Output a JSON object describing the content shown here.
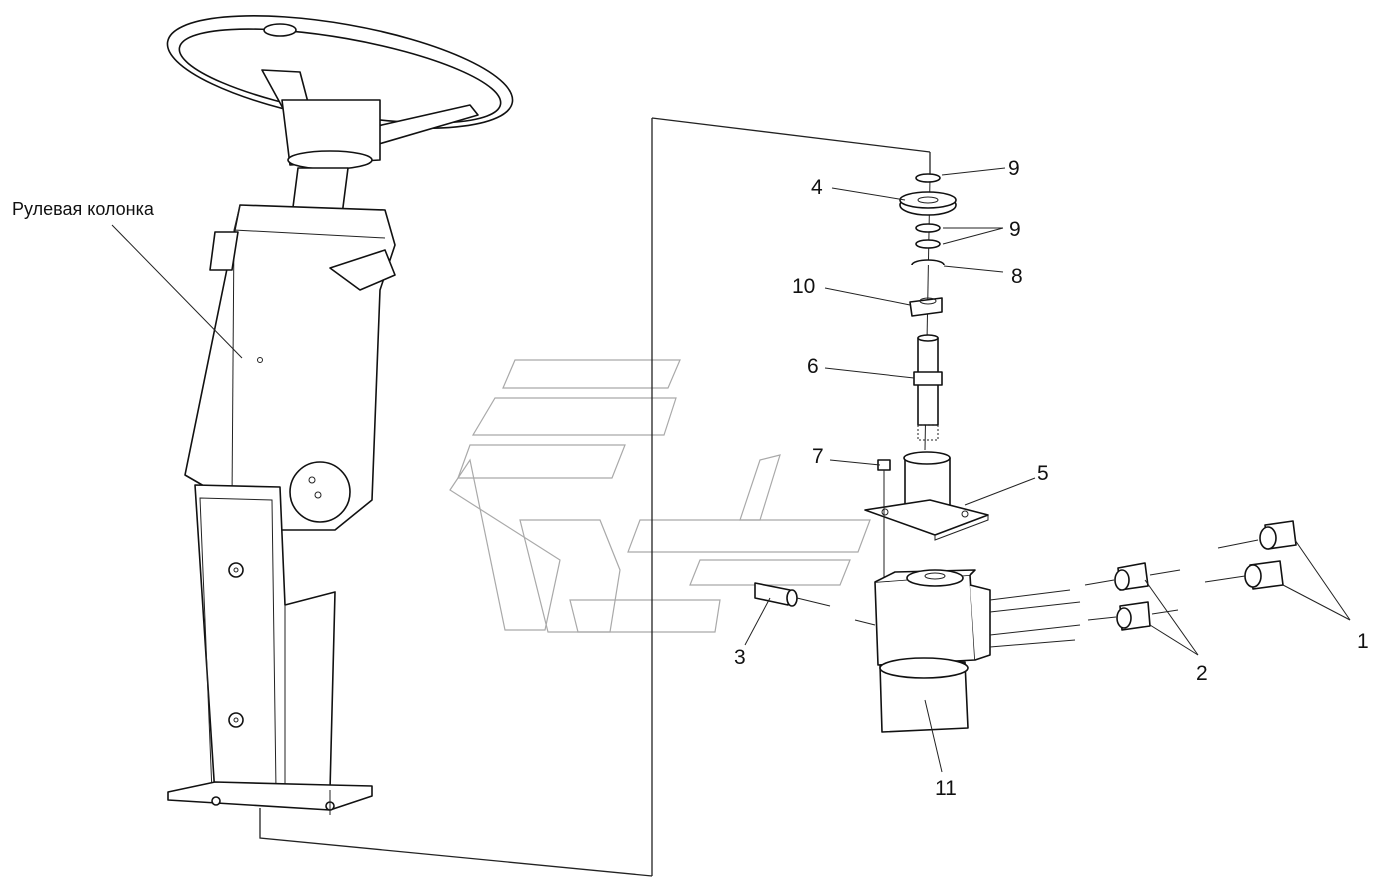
{
  "assembly_label": "Рулевая колонка",
  "callouts": {
    "c1": "1",
    "c2": "2",
    "c3": "3",
    "c4": "4",
    "c5": "5",
    "c6": "6",
    "c7": "7",
    "c8": "8",
    "c9a": "9",
    "c9b": "9",
    "c10": "10",
    "c11": "11"
  }
}
